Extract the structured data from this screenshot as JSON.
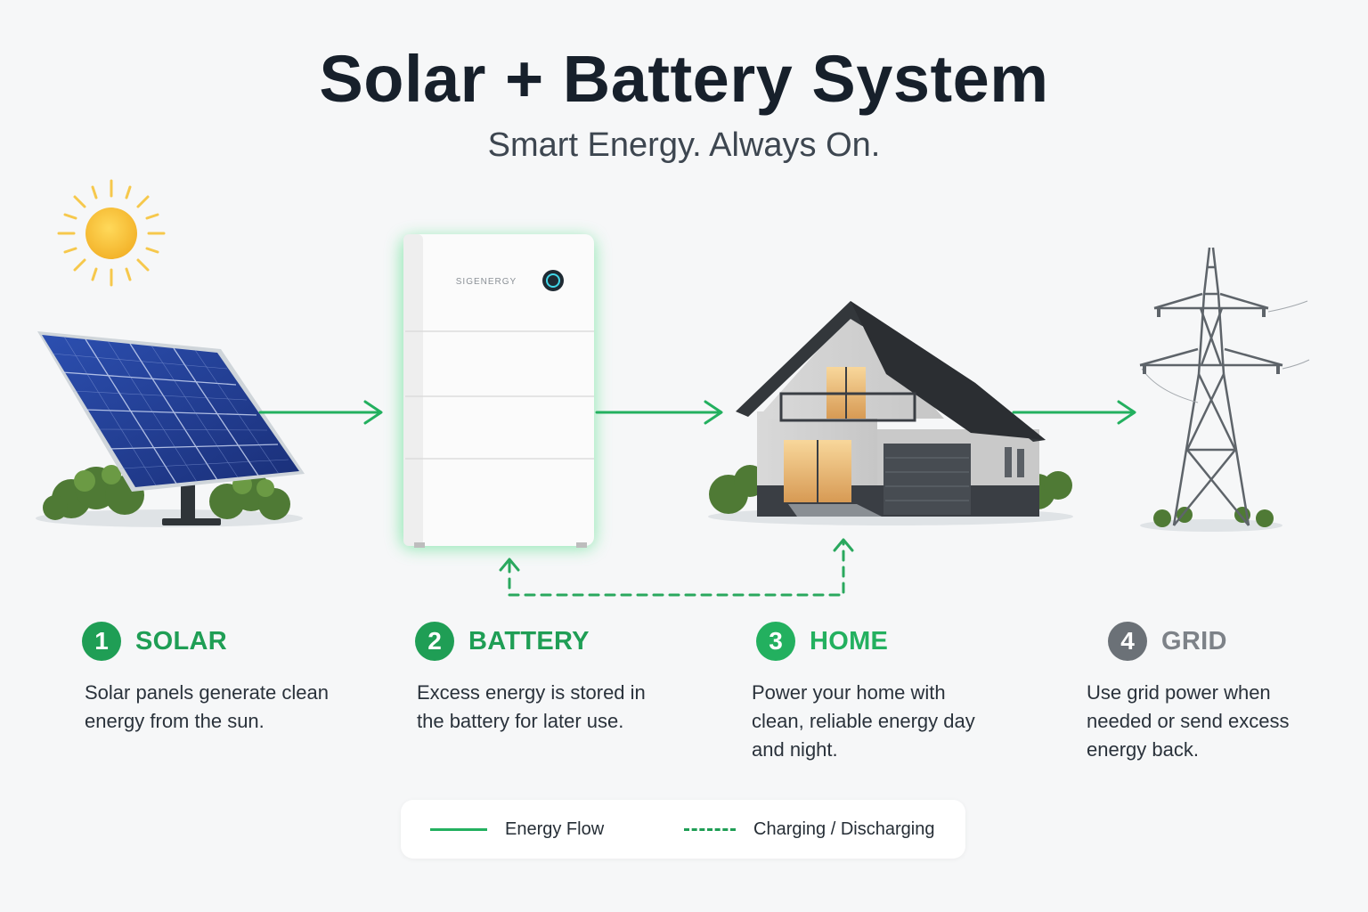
{
  "title": "Solar + Battery System",
  "subtitle": "Smart Energy. Always On.",
  "battery_brand": "SIGENERGY",
  "colors": {
    "accent_green": "#23b05f",
    "step_green": "#1f9e55",
    "grid_gray": "#6b7177",
    "title_dark": "#17202b"
  },
  "icons": [
    "sun-icon",
    "solar-panel-icon",
    "battery-icon",
    "house-icon",
    "power-tower-icon"
  ],
  "steps": [
    {
      "number": "1",
      "title": "SOLAR",
      "description": "Solar panels generate clean energy from the sun."
    },
    {
      "number": "2",
      "title": "BATTERY",
      "description": "Excess energy is stored in the battery for later use."
    },
    {
      "number": "3",
      "title": "HOME",
      "description": "Power your home with clean, reliable energy day and night."
    },
    {
      "number": "4",
      "title": "GRID",
      "description": "Use grid power when needed or send excess energy back."
    }
  ],
  "legend": {
    "energy_flow": "Energy Flow",
    "charging": "Charging / Discharging"
  }
}
